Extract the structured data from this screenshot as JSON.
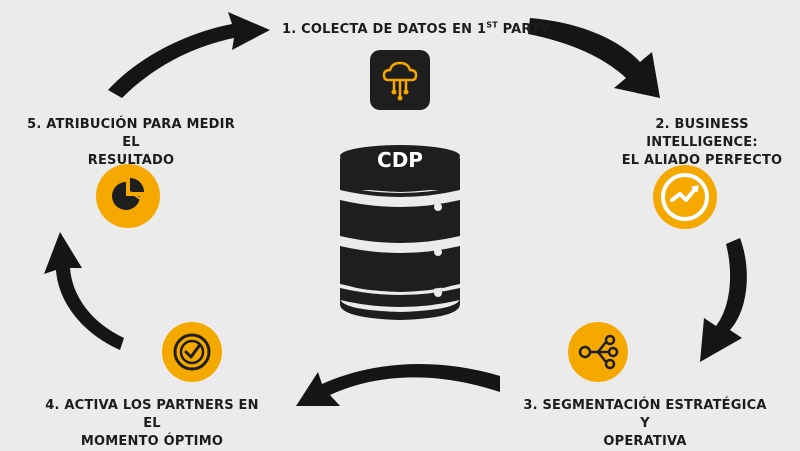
{
  "center": {
    "label": "CDP"
  },
  "steps": [
    {
      "lines": [
        "1. COLECTA DE DATOS EN 1",
        "ST",
        " PARTY"
      ],
      "icon": "cloud-data-icon"
    },
    {
      "lines": [
        "2. BUSINESS INTELLIGENCE:",
        "EL ALIADO PERFECTO"
      ],
      "icon": "analytics-gauge-icon"
    },
    {
      "lines": [
        "3. SEGMENTACIÓN ESTRATÉGICA Y",
        "OPERATIVA"
      ],
      "icon": "network-nodes-icon"
    },
    {
      "lines": [
        "4. ACTIVA LOS PARTNERS EN EL",
        "MOMENTO ÓPTIMO"
      ],
      "icon": "target-check-icon"
    },
    {
      "lines": [
        "5. ATRIBUCIÓN PARA MEDIR EL",
        "RESULTADO"
      ],
      "icon": "pie-chart-icon"
    }
  ],
  "colors": {
    "background": "#ebebeb",
    "accent": "#f5a800",
    "dark": "#1e1e1e",
    "arrow": "#151515"
  }
}
